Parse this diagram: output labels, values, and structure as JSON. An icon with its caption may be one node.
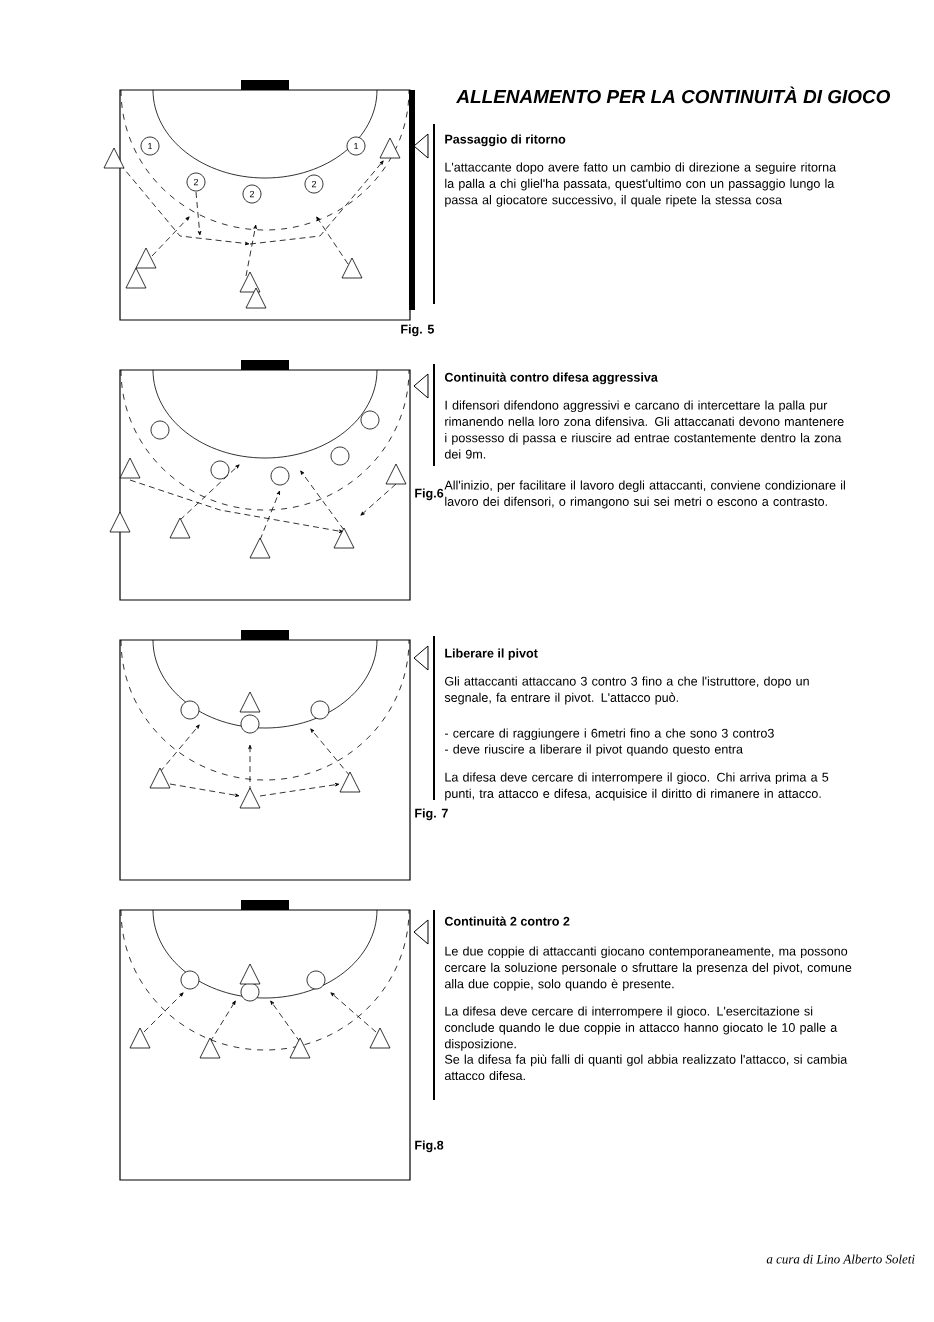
{
  "diagram": {
    "title": "ALLENAMENTO PER LA CONTINUITÀ DI GIOCO",
    "labels": [
      "1",
      "2",
      "2",
      "2",
      "1",
      "Passaggio di ritorno",
      "L'attaccante dopo avere fatto un cambio di direzione a seguire ritorna la palla a chi gliel'ha passata, quest'ultimo con un passaggio lungo la passa al giocatore successivo, il quale ripete la stessa cosa",
      "Fig. 5",
      "Continuità contro difesa aggressiva",
      "I difensori difendono aggressivi e carcano di intercettare la palla pur rimanendo nella loro zona difensiva. Gli attaccanati devono mantenere i possesso di passa e riuscire ad entrae costantemente dentro la zona dei 9m.",
      "Fig.6",
      "All'inizio, per facilitare il lavoro degli attaccanti, conviene condizionare il lavoro dei difensori, o rimangono sui sei metri o escono a contrasto.",
      "Liberare il pivot",
      "Gli attaccanti attaccano 3 contro 3 fino a che l'istruttore, dopo un segnale, fa entrare il pivot. L'attacco può.",
      "- cercare di raggiungere i 6metri fino a che sono 3 contro3",
      "- deve riuscire a liberare il pivot quando questo entra",
      "La difesa deve cercare di interrompere il gioco. Chi arriva prima a 5 punti, tra attacco e difesa, acquisice il diritto di rimanere in attacco.",
      "Fig. 7",
      "Continuità 2 contro 2",
      "Le due coppie di attaccanti giocano contemporaneamente, ma possono cercare la soluzione personale o sfruttare la presenza del pivot, comune alla due coppie, solo quando è presente.",
      "La difesa deve cercare di interrompere il gioco. L'esercitazione si conclude quando le due coppie in attacco hanno giocato le 10 palle a disposizione.",
      "Se la difesa fa più falli di quanti gol abbia realizzato l'attacco, si cambia attacco difesa.",
      "Fig.8",
      "a cura di Lino Alberto Soleti"
    ]
  }
}
